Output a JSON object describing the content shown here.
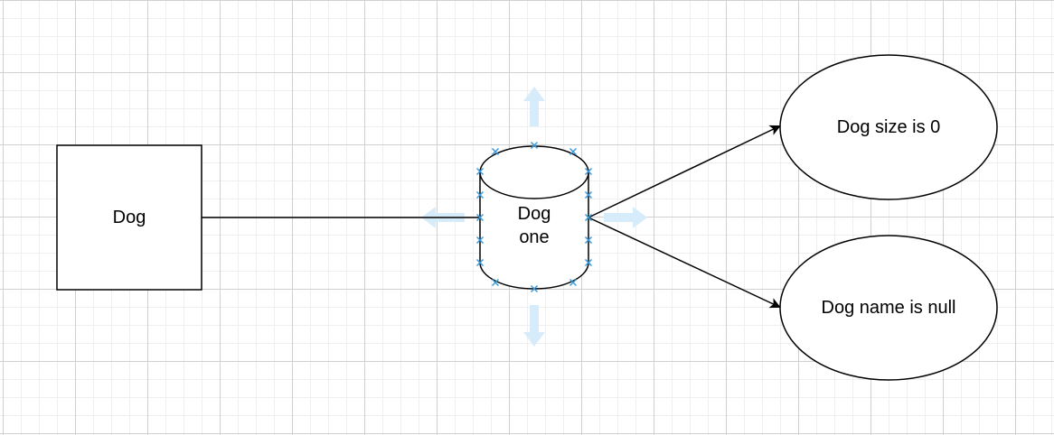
{
  "nodes": {
    "dog": {
      "label": "Dog"
    },
    "dog_one": {
      "label_line1": "Dog",
      "label_line2": "one"
    },
    "dog_size": {
      "label": "Dog size is 0"
    },
    "dog_name": {
      "label": "Dog name is null"
    }
  },
  "edges": [
    {
      "from": "Dog",
      "to": "Dog one",
      "arrow": "none"
    },
    {
      "from": "Dog one",
      "to": "Dog size is 0",
      "arrow": "end"
    },
    {
      "from": "Dog one",
      "to": "Dog name is null",
      "arrow": "end"
    }
  ],
  "colors": {
    "stroke": "#000000",
    "fill": "#ffffff",
    "selection_handle": "#3a9ad9",
    "hover_arrow": "#d6ecfa",
    "grid_major": "#d0d0d0",
    "grid_minor": "#efefef"
  },
  "selected_node": "Dog one"
}
